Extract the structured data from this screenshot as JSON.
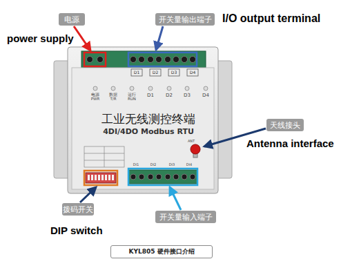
{
  "diagram": {
    "nodes": [
      {
        "text": [
          "电源",
          "power supply"
        ]
      },
      {
        "text": [
          "开关量输出端子",
          "I/O output terminal"
        ]
      },
      {
        "text": [
          "天线接头",
          "Antenna interface"
        ]
      },
      {
        "text": [
          "拨码开关",
          "DIP switch"
        ]
      },
      {
        "text": [
          "开关量输入端子"
        ]
      },
      {
        "text": [
          "KYL805 硬件接口介绍"
        ]
      }
    ],
    "labels": [
      "工业无线测控终端",
      "4DI/4DO Modbus RTU",
      "电源",
      "PWR",
      "数据",
      "T/R",
      "运行",
      "RUN",
      "D1",
      "D2",
      "D3",
      "D4",
      "D1",
      "D2",
      "D3",
      "D4",
      "ANT",
      "DI1",
      "DI2",
      "DI3",
      "DI4"
    ]
  }
}
